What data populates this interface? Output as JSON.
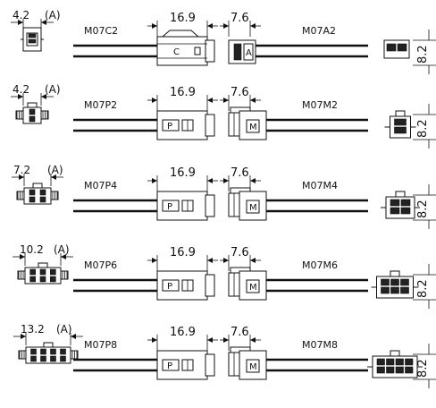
{
  "rows": [
    {
      "id": "2pin-a",
      "width_label": "4.2",
      "a_label": "(A)",
      "left_part": "M07C2",
      "left_mark": "C",
      "mid_dim": "16.9",
      "right_dim": "7.6",
      "right_part": "M07A2",
      "right_mark": "A",
      "side_dim": "8.2",
      "pins": 2,
      "cols": 1,
      "style": "c"
    },
    {
      "id": "2pin-p",
      "width_label": "4.2",
      "a_label": "(A)",
      "left_part": "M07P2",
      "left_mark": "P",
      "mid_dim": "16.9",
      "right_dim": "7.6",
      "right_part": "M07M2",
      "right_mark": "M",
      "side_dim": "8.2",
      "pins": 2,
      "cols": 1,
      "style": "p"
    },
    {
      "id": "4pin",
      "width_label": "7.2",
      "a_label": "(A)",
      "left_part": "M07P4",
      "left_mark": "P",
      "mid_dim": "16.9",
      "right_dim": "7.6",
      "right_part": "M07M4",
      "right_mark": "M",
      "side_dim": "8.2",
      "pins": 4,
      "cols": 2,
      "style": "p"
    },
    {
      "id": "6pin",
      "width_label": "10.2",
      "a_label": "(A)",
      "left_part": "M07P6",
      "left_mark": "P",
      "mid_dim": "16.9",
      "right_dim": "7.6",
      "right_part": "M07M6",
      "right_mark": "M",
      "side_dim": "8.2",
      "pins": 6,
      "cols": 3,
      "style": "p"
    },
    {
      "id": "8pin",
      "width_label": "13.2",
      "a_label": "(A)",
      "left_part": "M07P8",
      "left_mark": "P",
      "mid_dim": "16.9",
      "right_dim": "7.6",
      "right_part": "M07M8",
      "right_mark": "M",
      "side_dim": "8.2",
      "pins": 8,
      "cols": 4,
      "style": "p"
    }
  ]
}
